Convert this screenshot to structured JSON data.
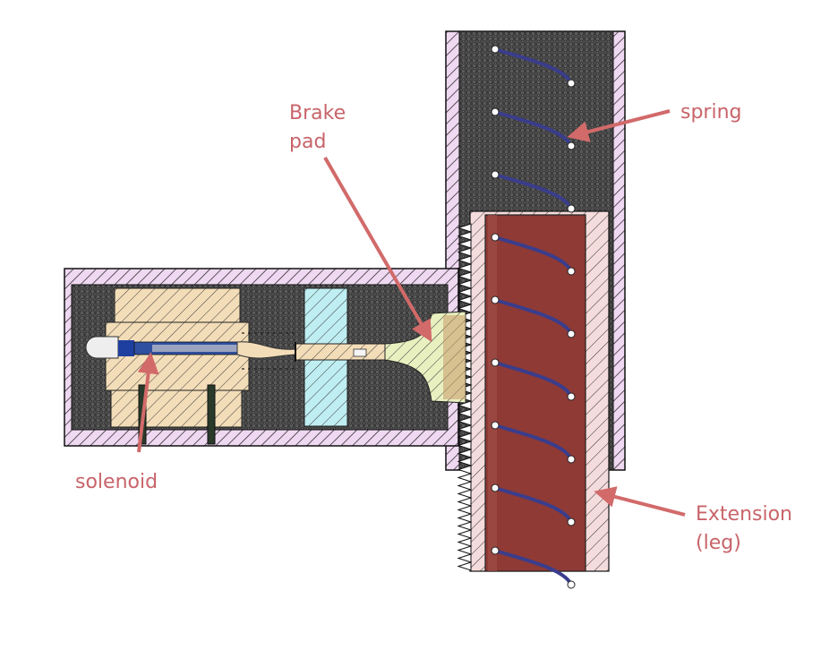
{
  "labels": {
    "brake_pad_line1": "Brake",
    "brake_pad_line2": "pad",
    "spring": "spring",
    "solenoid": "solenoid",
    "extension_line1": "Extension",
    "extension_line2": "(leg)"
  },
  "colors": {
    "label_text": "#c8646a",
    "arrow": "#d26a6a",
    "housing_fill": "#efd8f1",
    "housing_hatch": "#1a1a1a",
    "carbon": "#3b3b3b",
    "extension_leg": "#8f3a35",
    "tube_sleeve": "#f5dcdc",
    "solenoid_block": "#f3ddb8",
    "brake_pad": "#e8f0c0",
    "spacer": "#bfeef2",
    "spring_coil": "#3a3d8c",
    "solenoid_core": "#1f3fa0"
  }
}
